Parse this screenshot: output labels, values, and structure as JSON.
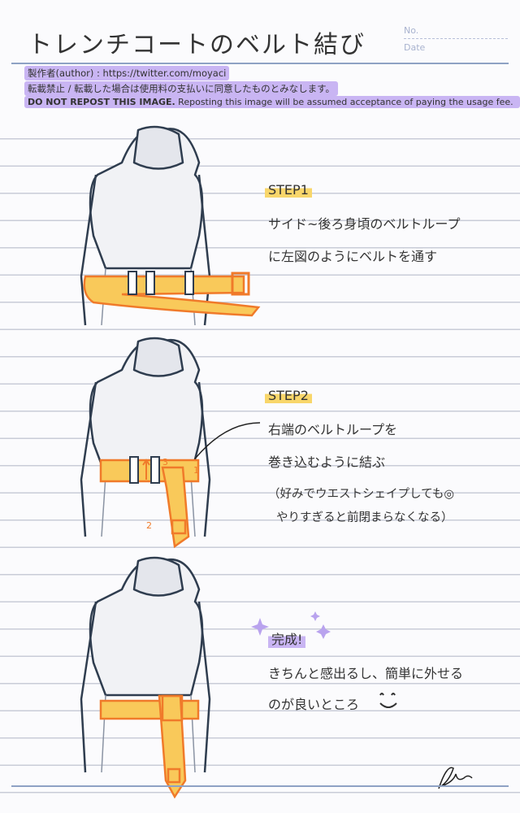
{
  "header": {
    "title": "トレンチコートのベルト結び",
    "no_label": "No.",
    "date_label": "Date"
  },
  "notice": {
    "author": "製作者(author) : https://twitter.com/moyaci",
    "ja": "転載禁止 / 転載した場合は使用料の支払いに同意したものとみなします。",
    "en_bold": "DO NOT REPOST THIS IMAGE.",
    "en_rest": " Reposting this image will be assumed acceptance of paying the usage fee."
  },
  "steps": [
    {
      "heading": "STEP1",
      "lines": [
        "サイド~後ろ身頃のベルトループ",
        "に左図のようにベルトを通す"
      ]
    },
    {
      "heading": "STEP2",
      "lines": [
        "右端のベルトループを",
        "巻き込むように結ぶ",
        "（好みでウエストシェイプしても◎",
        "やりすぎると前閉まらなくなる）"
      ],
      "annotations": [
        "1",
        "2",
        "3"
      ]
    },
    {
      "heading": "完成!",
      "lines": [
        "きちんと感出るし、簡単に外せる",
        "のが良いところ"
      ]
    }
  ],
  "colors": {
    "belt": "#f9c95a",
    "belt_outline": "#f07a2a",
    "coat_line": "#2f3d4f",
    "highlight_yellow": "#f8d66a",
    "highlight_purple": "#c9b5f3"
  }
}
